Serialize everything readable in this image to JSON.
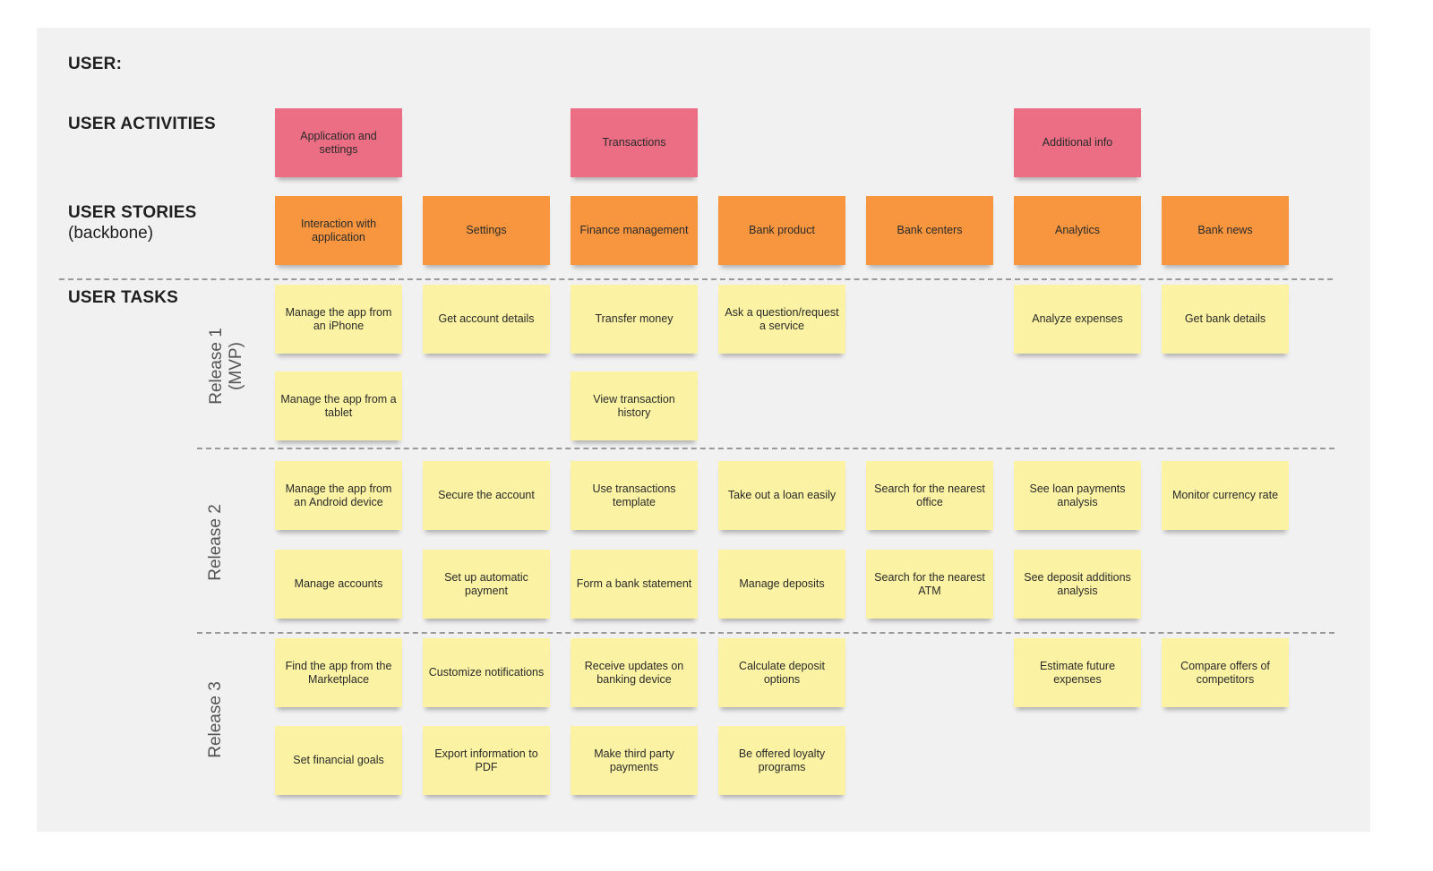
{
  "row_labels": {
    "user": "USER:",
    "activities": "USER ACTIVITIES",
    "stories": "USER STORIES",
    "stories_sub": "(backbone)",
    "tasks": "USER TASKS"
  },
  "releases": {
    "r1_line1": "Release 1",
    "r1_line2": "(MVP)",
    "r2": "Release 2",
    "r3": "Release 3"
  },
  "activities": {
    "app_settings": "Application and settings",
    "transactions": "Transactions",
    "additional_info": "Additional info"
  },
  "stories": {
    "interaction": "Interaction with application",
    "settings": "Settings",
    "finance": "Finance management",
    "bank_product": "Bank product",
    "bank_centers": "Bank centers",
    "analytics": "Analytics",
    "bank_news": "Bank news"
  },
  "tasks": {
    "r1a": {
      "c1": "Manage the app from an iPhone",
      "c2": "Get account details",
      "c3": "Transfer money",
      "c4": "Ask a question/request a service",
      "c6": "Analyze expenses",
      "c7": "Get bank details"
    },
    "r1b": {
      "c1": "Manage the app from a tablet",
      "c3": "View transaction history"
    },
    "r2a": {
      "c1": "Manage the app from an Android device",
      "c2": "Secure the account",
      "c3": "Use transactions template",
      "c4": "Take out a loan easily",
      "c5": "Search for the nearest office",
      "c6": "See loan payments analysis",
      "c7": "Monitor currency rate"
    },
    "r2b": {
      "c1": "Manage accounts",
      "c2": "Set up automatic payment",
      "c3": "Form a bank statement",
      "c4": "Manage deposits",
      "c5": "Search for the nearest ATM",
      "c6": "See deposit additions analysis"
    },
    "r3a": {
      "c1": "Find the app from the Marketplace",
      "c2": "Customize notifications",
      "c3": "Receive updates on banking device",
      "c4": "Calculate deposit options",
      "c6": "Estimate future expenses",
      "c7": "Compare offers of competitors"
    },
    "r3b": {
      "c1": "Set financial goals",
      "c2": "Export information to PDF",
      "c3": "Make third party payments",
      "c4": "Be offered loyalty programs"
    }
  },
  "colors": {
    "activity": "#ec6e84",
    "story": "#f7963f",
    "task": "#fbf3a3",
    "board": "#f1f1f1"
  }
}
